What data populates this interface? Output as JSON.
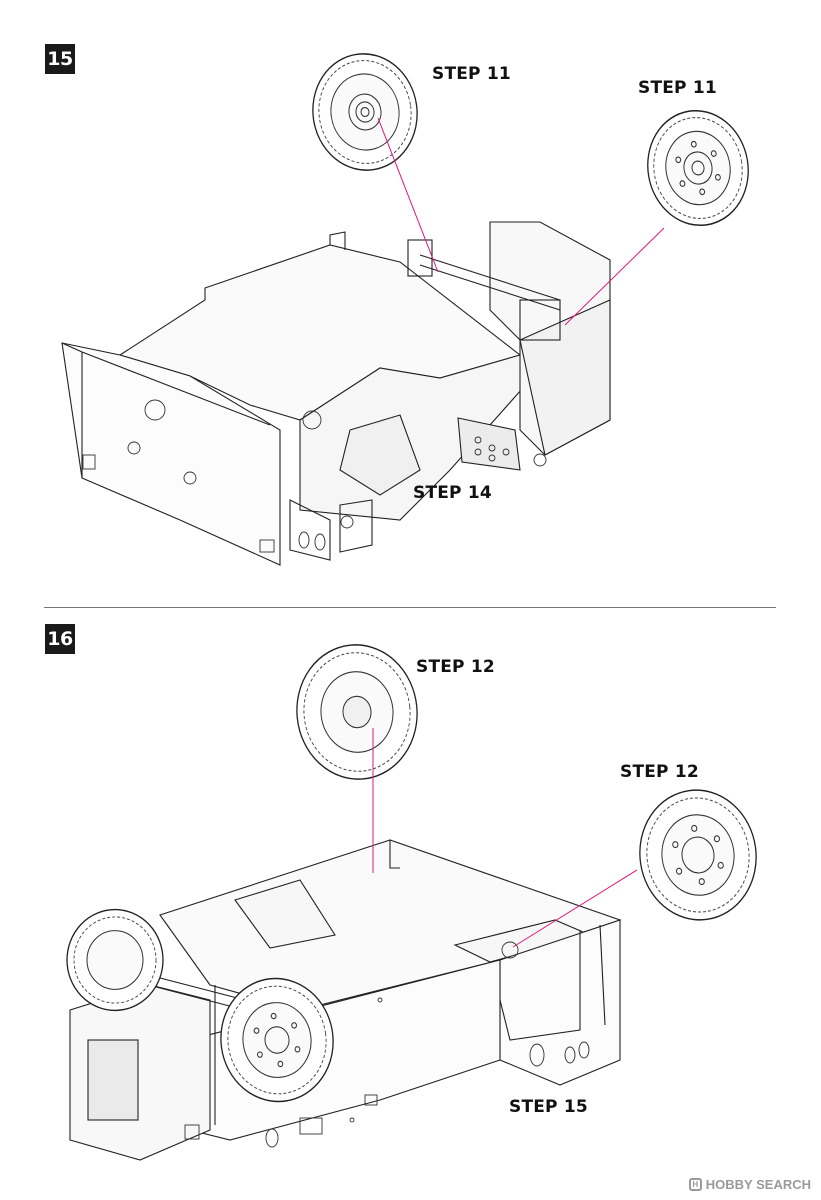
{
  "panels": [
    {
      "number": "15",
      "labels": {
        "wheel_left": "STEP 11",
        "wheel_right": "STEP 11",
        "center": "STEP 14"
      }
    },
    {
      "number": "16",
      "labels": {
        "wheel_left": "STEP 12",
        "wheel_right": "STEP 12",
        "bottom": "STEP 15"
      }
    }
  ],
  "watermark": {
    "icon": "hobby-search-logo-icon",
    "text": "HOBBY SEARCH"
  },
  "colors": {
    "leader_line": "#e0197d",
    "ink": "#222222"
  }
}
